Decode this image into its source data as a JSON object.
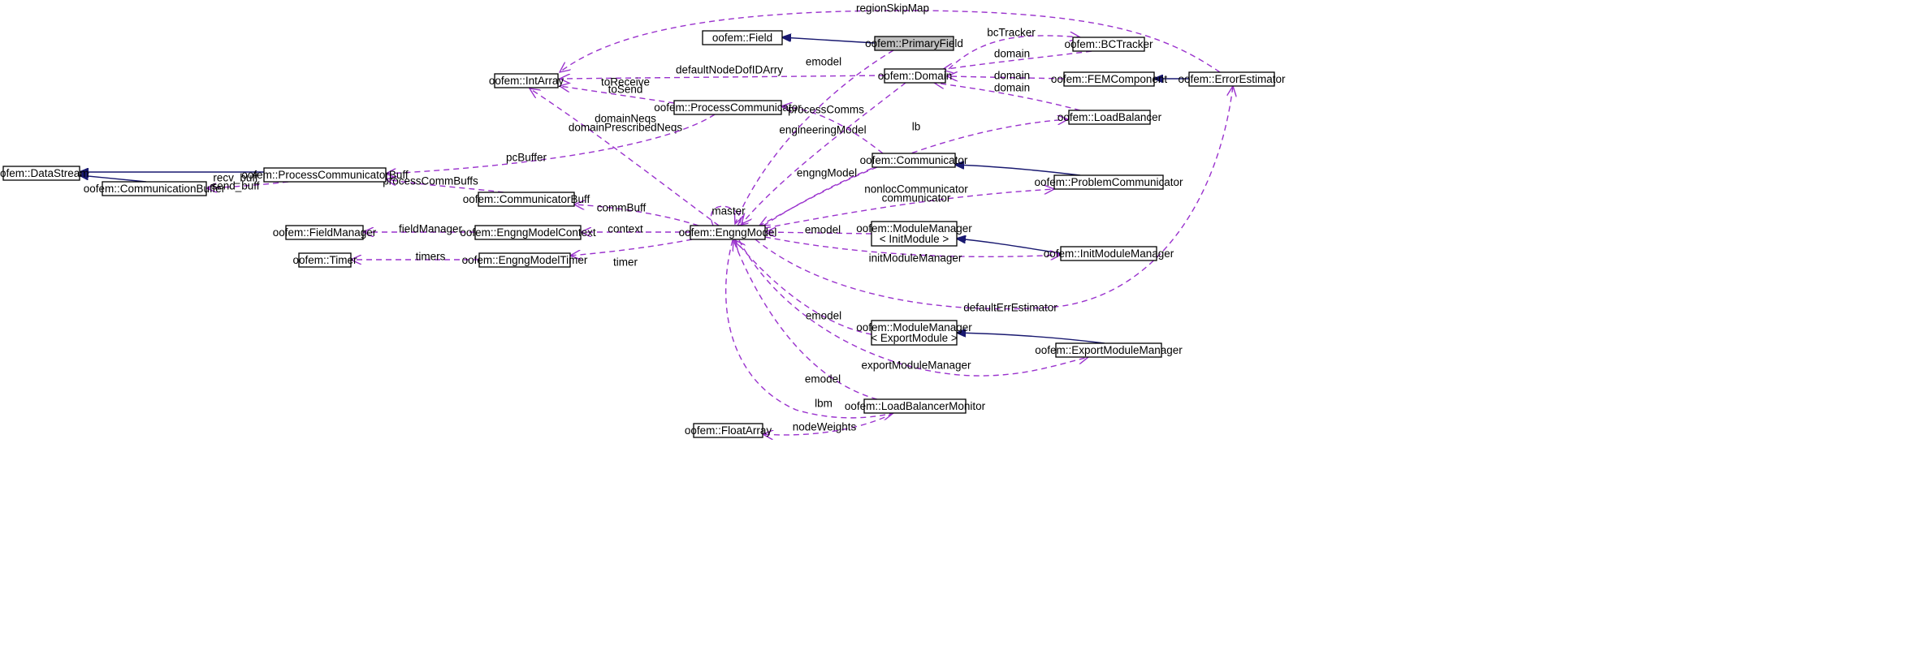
{
  "colors": {
    "inheritance": "#191970",
    "usage": "#9a32cd",
    "root_fill": "#bfbfbf"
  },
  "nodes": [
    {
      "id": "PrimaryField",
      "lines": [
        "oofem::PrimaryField"
      ],
      "root": true
    },
    {
      "id": "Field",
      "lines": [
        "oofem::Field"
      ]
    },
    {
      "id": "IntArray",
      "lines": [
        "oofem::IntArray"
      ]
    },
    {
      "id": "Domain",
      "lines": [
        "oofem::Domain"
      ]
    },
    {
      "id": "BCTracker",
      "lines": [
        "oofem::BCTracker"
      ]
    },
    {
      "id": "FEMComponent",
      "lines": [
        "oofem::FEMComponent"
      ]
    },
    {
      "id": "ErrorEstimator",
      "lines": [
        "oofem::ErrorEstimator"
      ]
    },
    {
      "id": "LoadBalancer",
      "lines": [
        "oofem::LoadBalancer"
      ]
    },
    {
      "id": "ProcessCommunicator",
      "lines": [
        "oofem::ProcessCommunicator"
      ]
    },
    {
      "id": "Communicator",
      "lines": [
        "oofem::Communicator"
      ]
    },
    {
      "id": "ProblemCommunicator",
      "lines": [
        "oofem::ProblemCommunicator"
      ]
    },
    {
      "id": "DataStream",
      "lines": [
        "oofem::DataStream"
      ]
    },
    {
      "id": "ProcessCommunicatorBuff",
      "lines": [
        "oofem::ProcessCommunicatorBuff"
      ]
    },
    {
      "id": "CommunicationBuffer",
      "lines": [
        "oofem::CommunicationBuffer"
      ]
    },
    {
      "id": "CommunicatorBuff",
      "lines": [
        "oofem::CommunicatorBuff"
      ]
    },
    {
      "id": "FieldManager",
      "lines": [
        "oofem::FieldManager"
      ]
    },
    {
      "id": "EngngModelContext",
      "lines": [
        "oofem::EngngModelContext"
      ]
    },
    {
      "id": "EngngModel",
      "lines": [
        "oofem::EngngModel"
      ]
    },
    {
      "id": "ModuleManagerInit",
      "lines": [
        "oofem::ModuleManager",
        "< InitModule >"
      ]
    },
    {
      "id": "InitModuleManager",
      "lines": [
        "oofem::InitModuleManager"
      ]
    },
    {
      "id": "Timer",
      "lines": [
        "oofem::Timer"
      ]
    },
    {
      "id": "EngngModelTimer",
      "lines": [
        "oofem::EngngModelTimer"
      ]
    },
    {
      "id": "ModuleManagerExport",
      "lines": [
        "oofem::ModuleManager",
        "< ExportModule >"
      ]
    },
    {
      "id": "ExportModuleManager",
      "lines": [
        "oofem::ExportModuleManager"
      ]
    },
    {
      "id": "LoadBalancerMonitor",
      "lines": [
        "oofem::LoadBalancerMonitor"
      ]
    },
    {
      "id": "FloatArray",
      "lines": [
        "oofem::FloatArray"
      ]
    }
  ],
  "edges": [
    {
      "id": "e1",
      "from": "PrimaryField",
      "to": "Field",
      "kind": "inheritance",
      "labels": []
    },
    {
      "id": "e2",
      "from": "ErrorEstimator",
      "to": "IntArray",
      "kind": "usage",
      "labels": [
        "regionSkipMap"
      ]
    },
    {
      "id": "e3",
      "from": "Domain",
      "to": "IntArray",
      "kind": "usage",
      "labels": [
        "defaultNodeDofIDArry"
      ]
    },
    {
      "id": "e4",
      "from": "ProcessCommunicator",
      "to": "IntArray",
      "kind": "usage",
      "labels": [
        "toReceive",
        "toSend"
      ]
    },
    {
      "id": "e5",
      "from": "EngngModel",
      "to": "IntArray",
      "kind": "usage",
      "labels": [
        "domainNeqs",
        "domainPrescribedNeqs"
      ]
    },
    {
      "id": "e6",
      "from": "PrimaryField",
      "to": "EngngModel",
      "kind": "usage",
      "labels": [
        "emodel"
      ]
    },
    {
      "id": "e7",
      "from": "BCTracker",
      "to": "Domain",
      "kind": "usage",
      "labels": [
        "domain"
      ]
    },
    {
      "id": "e8",
      "from": "Domain",
      "to": "BCTracker",
      "kind": "usage",
      "labels": [
        "bcTracker"
      ]
    },
    {
      "id": "e9",
      "from": "FEMComponent",
      "to": "Domain",
      "kind": "usage",
      "labels": [
        "domain"
      ]
    },
    {
      "id": "e10",
      "from": "LoadBalancer",
      "to": "Domain",
      "kind": "usage",
      "labels": [
        "domain"
      ]
    },
    {
      "id": "e11",
      "from": "ErrorEstimator",
      "to": "FEMComponent",
      "kind": "inheritance",
      "labels": []
    },
    {
      "id": "e12",
      "from": "Domain",
      "to": "EngngModel",
      "kind": "usage",
      "labels": [
        "engineeringModel"
      ]
    },
    {
      "id": "e13",
      "from": "EngngModel",
      "to": "LoadBalancer",
      "kind": "usage",
      "labels": [
        "lb"
      ]
    },
    {
      "id": "e14",
      "from": "Communicator",
      "to": "ProcessCommunicator",
      "kind": "usage",
      "labels": [
        "processComms"
      ]
    },
    {
      "id": "e15",
      "from": "Communicator",
      "to": "EngngModel",
      "kind": "usage",
      "labels": [
        "engngModel"
      ]
    },
    {
      "id": "e16",
      "from": "ProblemCommunicator",
      "to": "Communicator",
      "kind": "inheritance",
      "labels": []
    },
    {
      "id": "e17",
      "from": "EngngModel",
      "to": "ProblemCommunicator",
      "kind": "usage",
      "labels": [
        "nonlocCommunicator",
        "communicator"
      ]
    },
    {
      "id": "e18",
      "from": "ProcessCommunicatorBuff",
      "to": "DataStream",
      "kind": "inheritance",
      "labels": []
    },
    {
      "id": "e19",
      "from": "CommunicationBuffer",
      "to": "DataStream",
      "kind": "inheritance",
      "labels": []
    },
    {
      "id": "e20",
      "from": "ProcessCommunicatorBuff",
      "to": "CommunicationBuffer",
      "kind": "usage",
      "labels": [
        "recv_buff",
        "send_buff"
      ]
    },
    {
      "id": "e21",
      "from": "ProcessCommunicator",
      "to": "ProcessCommunicatorBuff",
      "kind": "usage",
      "labels": [
        "pcBuffer"
      ]
    },
    {
      "id": "e22",
      "from": "CommunicatorBuff",
      "to": "ProcessCommunicatorBuff",
      "kind": "usage",
      "labels": [
        "processCommBuffs"
      ]
    },
    {
      "id": "e23",
      "from": "EngngModel",
      "to": "CommunicatorBuff",
      "kind": "usage",
      "labels": [
        "commBuff"
      ]
    },
    {
      "id": "e24",
      "from": "EngngModelContext",
      "to": "FieldManager",
      "kind": "usage",
      "labels": [
        "fieldManager"
      ]
    },
    {
      "id": "e25",
      "from": "EngngModel",
      "to": "EngngModelContext",
      "kind": "usage",
      "labels": [
        "context"
      ]
    },
    {
      "id": "e26",
      "from": "EngngModelTimer",
      "to": "Timer",
      "kind": "usage",
      "labels": [
        "timers"
      ]
    },
    {
      "id": "e27",
      "from": "EngngModel",
      "to": "EngngModelTimer",
      "kind": "usage",
      "labels": [
        "timer"
      ]
    },
    {
      "id": "e28",
      "from": "EngngModel",
      "to": "EngngModel",
      "kind": "usage",
      "labels": [
        "master"
      ]
    },
    {
      "id": "e29",
      "from": "ModuleManagerInit",
      "to": "EngngModel",
      "kind": "usage",
      "labels": [
        "emodel"
      ]
    },
    {
      "id": "e30",
      "from": "InitModuleManager",
      "to": "ModuleManagerInit",
      "kind": "inheritance",
      "labels": []
    },
    {
      "id": "e31",
      "from": "EngngModel",
      "to": "InitModuleManager",
      "kind": "usage",
      "labels": [
        "initModuleManager"
      ]
    },
    {
      "id": "e32",
      "from": "EngngModel",
      "to": "ErrorEstimator",
      "kind": "usage",
      "labels": [
        "defaultErrEstimator"
      ]
    },
    {
      "id": "e33",
      "from": "ModuleManagerExport",
      "to": "EngngModel",
      "kind": "usage",
      "labels": [
        "emodel"
      ]
    },
    {
      "id": "e34",
      "from": "ExportModuleManager",
      "to": "ModuleManagerExport",
      "kind": "inheritance",
      "labels": []
    },
    {
      "id": "e35",
      "from": "EngngModel",
      "to": "ExportModuleManager",
      "kind": "usage",
      "labels": [
        "exportModuleManager"
      ]
    },
    {
      "id": "e36",
      "from": "LoadBalancerMonitor",
      "to": "EngngModel",
      "kind": "usage",
      "labels": [
        "emodel"
      ]
    },
    {
      "id": "e37",
      "from": "EngngModel",
      "to": "LoadBalancerMonitor",
      "kind": "usage",
      "labels": [
        "lbm"
      ]
    },
    {
      "id": "e38",
      "from": "LoadBalancerMonitor",
      "to": "FloatArray",
      "kind": "usage",
      "labels": [
        "nodeWeights"
      ]
    }
  ]
}
